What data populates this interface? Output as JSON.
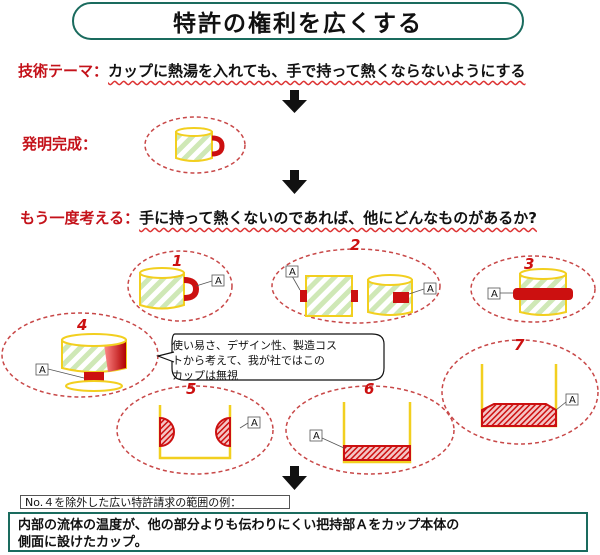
{
  "title": "特許の権利を広くする",
  "theme": {
    "label": "技術テーマ：",
    "text": "カップに熱湯を入れても、手で持って熱くならないようにする"
  },
  "invention": {
    "label": "発明完成："
  },
  "consider": {
    "label": "もう一度考える：",
    "text": "手に持って熱くないのであれば、他にどんなものがあるか?"
  },
  "examples": [
    {
      "number": "1",
      "part_label": "A"
    },
    {
      "number": "2",
      "part_label": "A"
    },
    {
      "number": "3",
      "part_label": "A"
    },
    {
      "number": "4",
      "part_label": "A"
    },
    {
      "number": "5",
      "part_label": "A"
    },
    {
      "number": "6",
      "part_label": "A"
    },
    {
      "number": "7",
      "part_label": "A"
    }
  ],
  "part_label_2b": "A",
  "speech": {
    "line1": "使い易さ、デザイン性、製造コス",
    "line2": "トから考えて、我が社ではこの",
    "line3": "カップは無視"
  },
  "claim": {
    "heading": "No.４を除外した広い特許請求の範囲の例：",
    "line1": "内部の流体の温度が、他の部分よりも伝わりにくい把持部Ａをカップ本体の",
    "line2": "側面に設けたカップ。"
  },
  "colors": {
    "label_red": "#c4121a",
    "border_teal": "#1a6b5e",
    "cup_yellow": "#f2cf1f",
    "stripe_green": "#cfe8b6",
    "handle_red": "#cc1010",
    "dashed": "#c84848"
  },
  "icons": [
    "down-arrow-icon",
    "cup-icon",
    "cup-with-handle-icon",
    "speech-bubble-icon"
  ]
}
